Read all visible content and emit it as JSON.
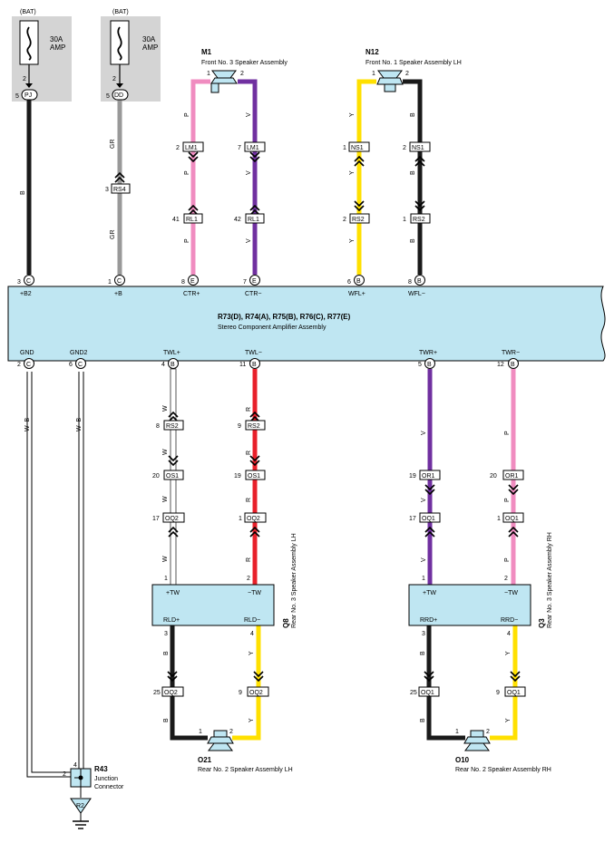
{
  "fuses": [
    {
      "bat": "(BAT)",
      "rating": "30A",
      "unit": "AMP",
      "pin_top": "2",
      "pin": "5",
      "conn": "PJ"
    },
    {
      "bat": "(BAT)",
      "rating": "30A",
      "unit": "AMP",
      "pin_top": "2",
      "pin": "5",
      "conn": "DD"
    }
  ],
  "speakers": {
    "m1": {
      "code": "M1",
      "name": "Front No. 3 Speaker Assembly",
      "pin1": "1",
      "pin2": "2"
    },
    "n12": {
      "code": "N12",
      "name": "Front No. 1 Speaker Assembly LH",
      "pin1": "1",
      "pin2": "2"
    },
    "o21": {
      "code": "O21",
      "name": "Rear No. 2 Speaker Assembly LH",
      "pin1": "1",
      "pin2": "2"
    },
    "o10": {
      "code": "O10",
      "name": "Rear No. 2 Speaker Assembly RH",
      "pin1": "1",
      "pin2": "2"
    }
  },
  "amplifier": {
    "codes": "R73(D), R74(A), R75(B), R76(C), R77(E)",
    "name": "Stereo Component Amplifier Assembly",
    "top_terminals": [
      {
        "pin": "3",
        "conn": "C",
        "label": "+B2"
      },
      {
        "pin": "1",
        "conn": "C",
        "label": "+B"
      },
      {
        "pin": "8",
        "conn": "E",
        "label": "CTR+"
      },
      {
        "pin": "7",
        "conn": "E",
        "label": "CTR−"
      },
      {
        "pin": "6",
        "conn": "B",
        "label": "WFL+"
      },
      {
        "pin": "8",
        "conn": "B",
        "label": "WFL−"
      }
    ],
    "bottom_terminals": [
      {
        "pin": "2",
        "conn": "C",
        "label": "GND"
      },
      {
        "pin": "6",
        "conn": "C",
        "label": "GND2"
      },
      {
        "pin": "4",
        "conn": "B",
        "label": "TWL+"
      },
      {
        "pin": "11",
        "conn": "B",
        "label": "TWL−"
      },
      {
        "pin": "5",
        "conn": "B",
        "label": "TWR+"
      },
      {
        "pin": "12",
        "conn": "B",
        "label": "TWR−"
      }
    ]
  },
  "tweeter_lh": {
    "code": "Q8",
    "name": "Rear No. 3 Speaker Assembly LH",
    "in_pos": "+TW",
    "in_neg": "−TW",
    "out_pos": "RLD+",
    "out_neg": "RLD−",
    "p1": "1",
    "p2": "2",
    "p3": "3",
    "p4": "4"
  },
  "tweeter_rh": {
    "code": "Q3",
    "name": "Rear No. 3 Speaker Assembly RH",
    "in_pos": "+TW",
    "in_neg": "−TW",
    "out_pos": "RRD+",
    "out_neg": "RRD−",
    "p1": "1",
    "p2": "2",
    "p3": "3",
    "p4": "4"
  },
  "junction": {
    "code": "R43",
    "line1": "Junction",
    "line2": "Connector",
    "pin_top": "4",
    "pin_left": "2",
    "ground": "R2"
  },
  "connectors": [
    {
      "pin": "3",
      "name": "RS4"
    },
    {
      "pin": "2",
      "name": "LM1"
    },
    {
      "pin": "7",
      "name": "LM1"
    },
    {
      "pin": "41",
      "name": "RL1"
    },
    {
      "pin": "42",
      "name": "RL1"
    },
    {
      "pin": "1",
      "name": "NS1"
    },
    {
      "pin": "2",
      "name": "NS1"
    },
    {
      "pin": "2",
      "name": "RS2"
    },
    {
      "pin": "1",
      "name": "RS2"
    },
    {
      "pin": "8",
      "name": "RS2"
    },
    {
      "pin": "9",
      "name": "RS2"
    },
    {
      "pin": "20",
      "name": "OS1"
    },
    {
      "pin": "19",
      "name": "OS1"
    },
    {
      "pin": "17",
      "name": "OQ2"
    },
    {
      "pin": "1",
      "name": "OQ2"
    },
    {
      "pin": "19",
      "name": "OR1"
    },
    {
      "pin": "20",
      "name": "OR1"
    },
    {
      "pin": "17",
      "name": "OQ1"
    },
    {
      "pin": "1",
      "name": "OQ1"
    },
    {
      "pin": "25",
      "name": "OQ2"
    },
    {
      "pin": "9",
      "name": "OQ2"
    },
    {
      "pin": "25",
      "name": "OQ1"
    },
    {
      "pin": "9",
      "name": "OQ1"
    }
  ],
  "wire_colors": {
    "B": "B",
    "GR": "GR",
    "P": "P",
    "V": "V",
    "Y": "Y",
    "W": "W",
    "R": "R",
    "WB": "W–B"
  },
  "colors": {
    "black": "#1a1a1a",
    "gray": "#999999",
    "pink": "#f08cc0",
    "violet": "#7030a0",
    "yellow": "#ffe000",
    "red": "#e8202a",
    "white_wire": "#ffffff",
    "box": "#bfe6f2",
    "fuse_bg": "#d4d4d4"
  }
}
